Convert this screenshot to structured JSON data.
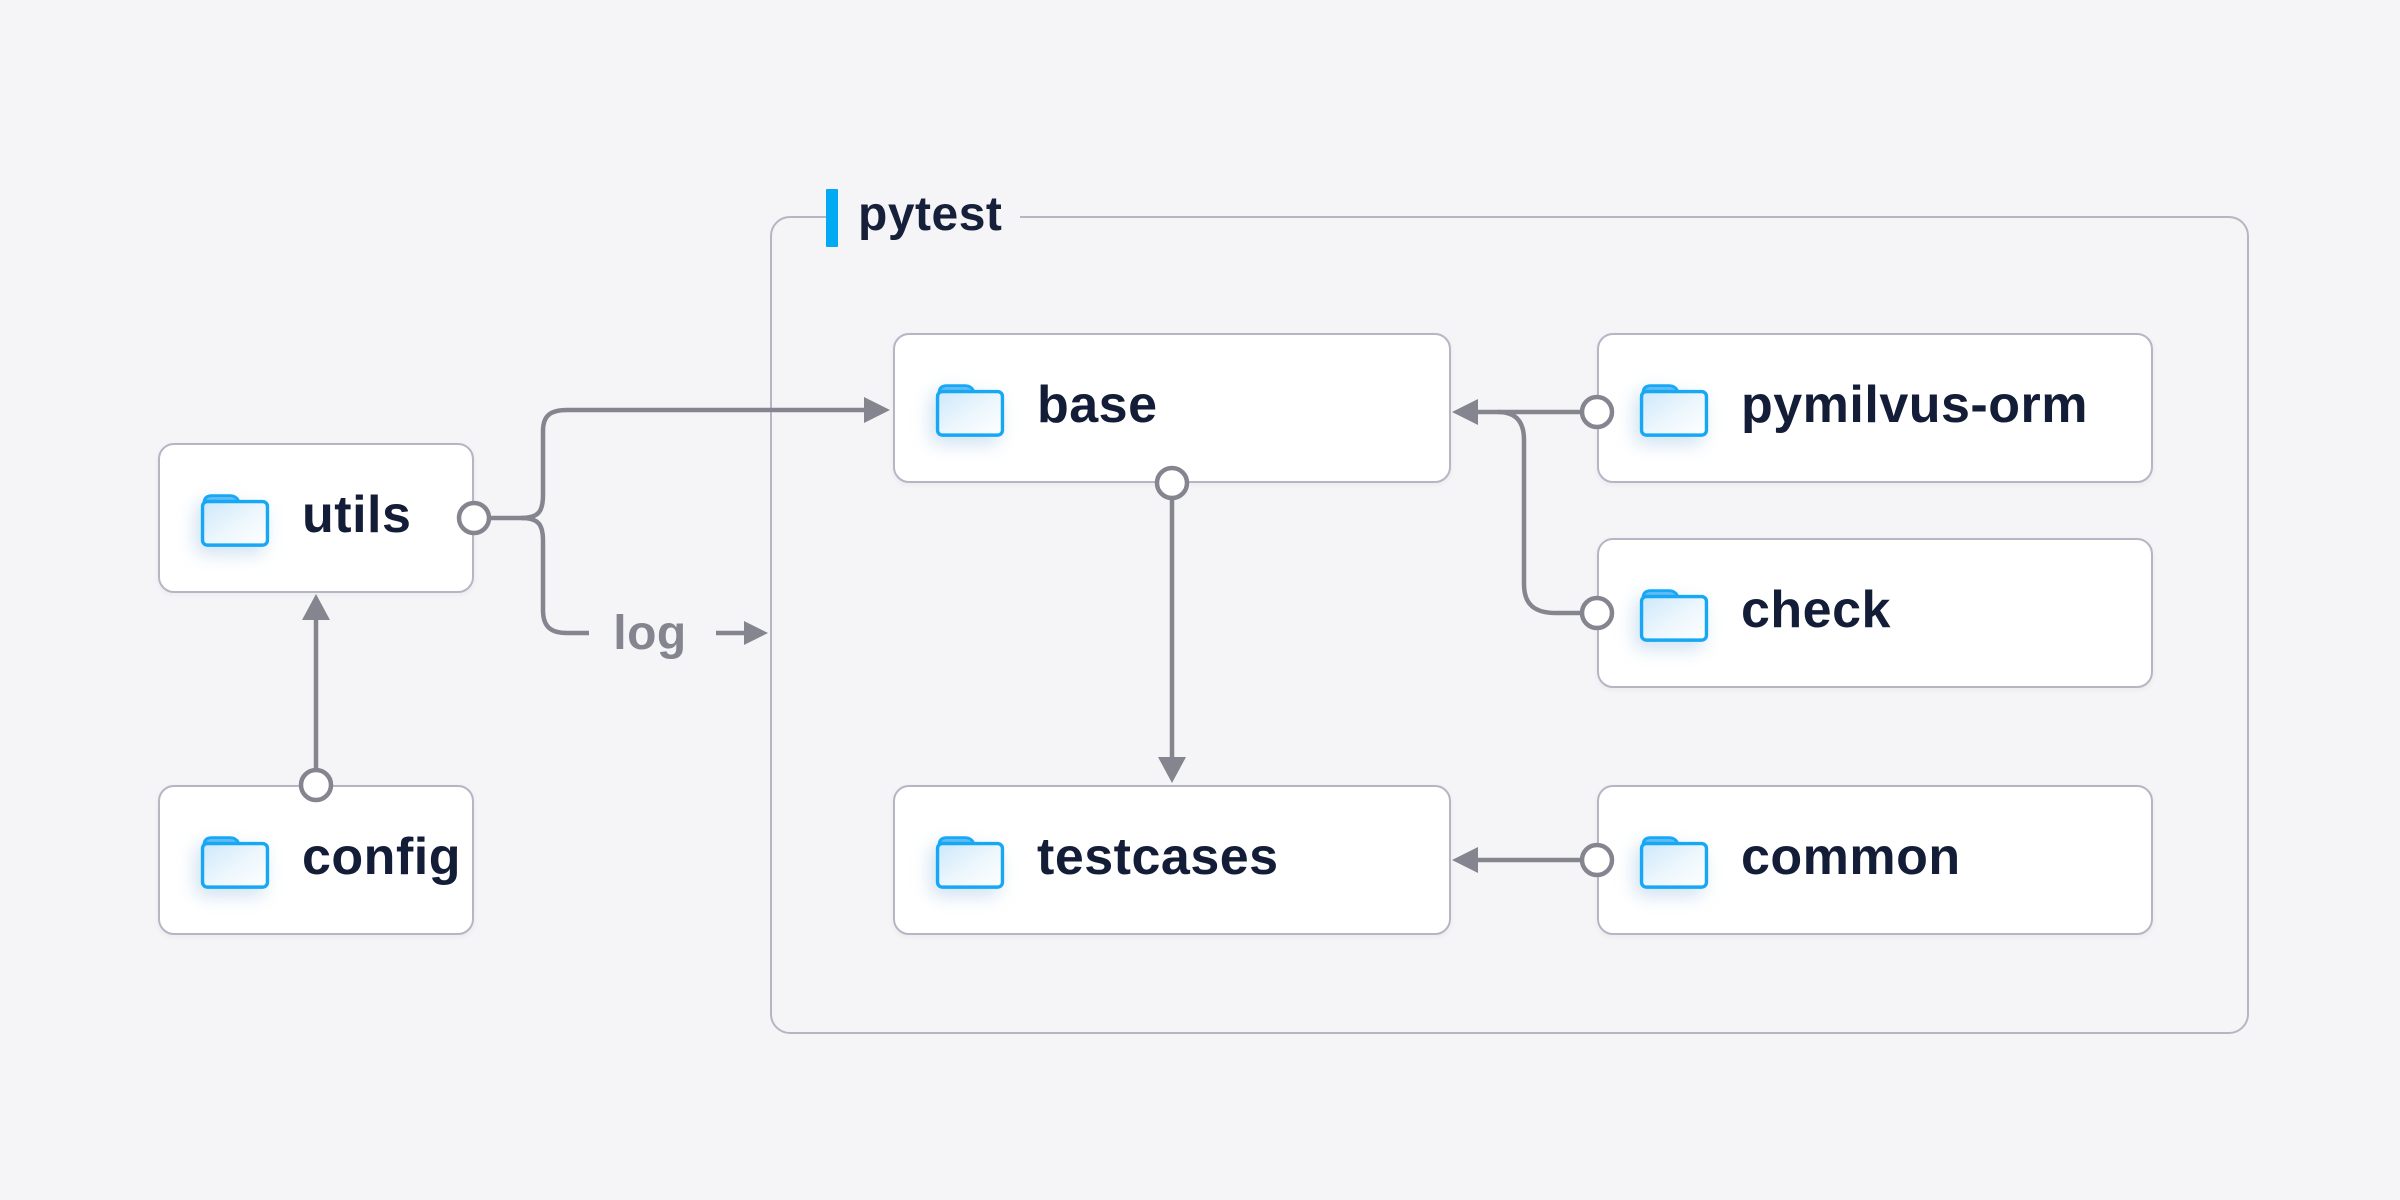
{
  "group": {
    "label": "pytest"
  },
  "nodes": [
    {
      "id": "utils",
      "label": "utils",
      "icon": "folder-icon"
    },
    {
      "id": "config",
      "label": "config",
      "icon": "folder-icon"
    },
    {
      "id": "base",
      "label": "base",
      "icon": "folder-icon"
    },
    {
      "id": "testcases",
      "label": "testcases",
      "icon": "folder-icon"
    },
    {
      "id": "pymilvus-orm",
      "label": "pymilvus-orm",
      "icon": "folder-icon"
    },
    {
      "id": "check",
      "label": "check",
      "icon": "folder-icon"
    },
    {
      "id": "common",
      "label": "common",
      "icon": "folder-icon"
    }
  ],
  "edges": [
    {
      "from": "config",
      "to": "utils",
      "label": ""
    },
    {
      "from": "utils",
      "to": "base",
      "label": ""
    },
    {
      "from": "utils",
      "to": "pytest",
      "label": "log"
    },
    {
      "from": "base",
      "to": "testcases",
      "label": ""
    },
    {
      "from": "pymilvus-orm",
      "to": "base",
      "label": ""
    },
    {
      "from": "check",
      "to": "base",
      "label": ""
    },
    {
      "from": "common",
      "to": "testcases",
      "label": ""
    }
  ],
  "colors": {
    "background": "#f5f5f7",
    "accent_blue": "#04a9f3",
    "folder_blue": "#17a8f5",
    "text_navy": "#131d37",
    "line_gray": "#85858f",
    "border_gray": "#b6b5c4"
  }
}
